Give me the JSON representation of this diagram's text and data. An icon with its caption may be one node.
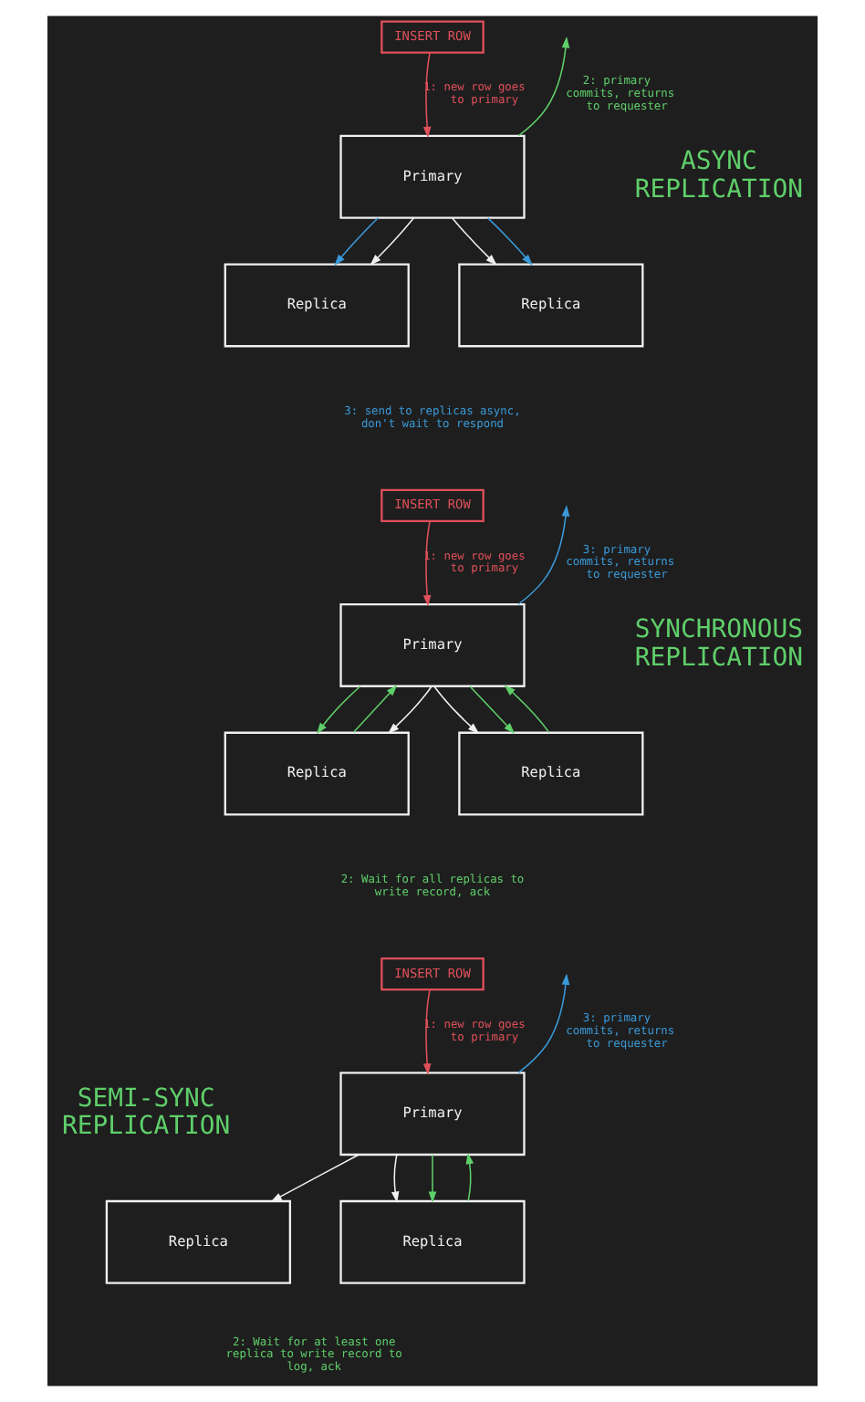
{
  "diagram": {
    "nodes": [
      {
        "text": [
          "INSERT ROW"
        ]
      },
      {
        "text": [
          "Primary"
        ]
      },
      {
        "text": [
          "Replica"
        ]
      },
      {
        "text": [
          "Replica"
        ]
      },
      {
        "text": [
          "INSERT ROW"
        ]
      },
      {
        "text": [
          "Primary"
        ]
      },
      {
        "text": [
          "Replica"
        ]
      },
      {
        "text": [
          "Replica"
        ]
      },
      {
        "text": [
          "INSERT ROW"
        ]
      },
      {
        "text": [
          "Primary"
        ]
      },
      {
        "text": [
          "Replica"
        ]
      },
      {
        "text": [
          "Replica"
        ]
      }
    ],
    "edges": [
      {
        "from": 0,
        "to": 1,
        "arrow": "to",
        "label": "1: new row goes to primary",
        "color": "#e0505a"
      },
      {
        "from": 1,
        "to": null,
        "arrow": "to",
        "label": "2: primary commits, returns to requester",
        "color": "#5fcf6a"
      },
      {
        "from": 1,
        "to": 2,
        "arrow": "to",
        "color": "#3a9ad9"
      },
      {
        "from": 1,
        "to": 2,
        "arrow": "to",
        "color": "#f0f0f0"
      },
      {
        "from": 1,
        "to": 3,
        "arrow": "to",
        "color": "#f0f0f0"
      },
      {
        "from": 1,
        "to": 3,
        "arrow": "to",
        "color": "#3a9ad9"
      },
      {
        "from": 4,
        "to": 5,
        "arrow": "to",
        "label": "1: new row goes to primary",
        "color": "#e0505a"
      },
      {
        "from": 5,
        "to": null,
        "arrow": "to",
        "label": "3: primary commits, returns to requester",
        "color": "#3a9ad9"
      },
      {
        "from": 6,
        "to": 5,
        "arrow": "to",
        "color": "#5fcf6a"
      },
      {
        "from": 5,
        "to": 6,
        "arrow": "to",
        "color": "#5fcf6a"
      },
      {
        "from": 5,
        "to": 6,
        "arrow": "to",
        "color": "#f0f0f0"
      },
      {
        "from": 5,
        "to": 7,
        "arrow": "to",
        "color": "#f0f0f0"
      },
      {
        "from": 5,
        "to": 7,
        "arrow": "to",
        "color": "#5fcf6a"
      },
      {
        "from": 7,
        "to": 5,
        "arrow": "to",
        "color": "#5fcf6a"
      },
      {
        "from": 8,
        "to": 9,
        "arrow": "to",
        "label": "1: new row goes to primary",
        "color": "#e0505a"
      },
      {
        "from": 9,
        "to": null,
        "arrow": "to",
        "label": "3: primary commits, returns to requester",
        "color": "#3a9ad9"
      },
      {
        "from": 9,
        "to": 10,
        "arrow": "to",
        "color": "#f0f0f0"
      },
      {
        "from": 9,
        "to": 11,
        "arrow": "to",
        "color": "#f0f0f0"
      },
      {
        "from": 9,
        "to": 11,
        "arrow": "to",
        "color": "#5fcf6a"
      },
      {
        "from": 11,
        "to": 9,
        "arrow": "to",
        "color": "#5fcf6a"
      }
    ],
    "labels": [
      "ASYNC REPLICATION",
      "3: send to replicas async, don't wait to respond",
      "SYNCHRONOUS REPLICATION",
      "2: Wait for all replicas to write record, ack",
      "SEMI-SYNC REPLICATION",
      "2: Wait for at least one replica to write record to log, ack"
    ]
  }
}
